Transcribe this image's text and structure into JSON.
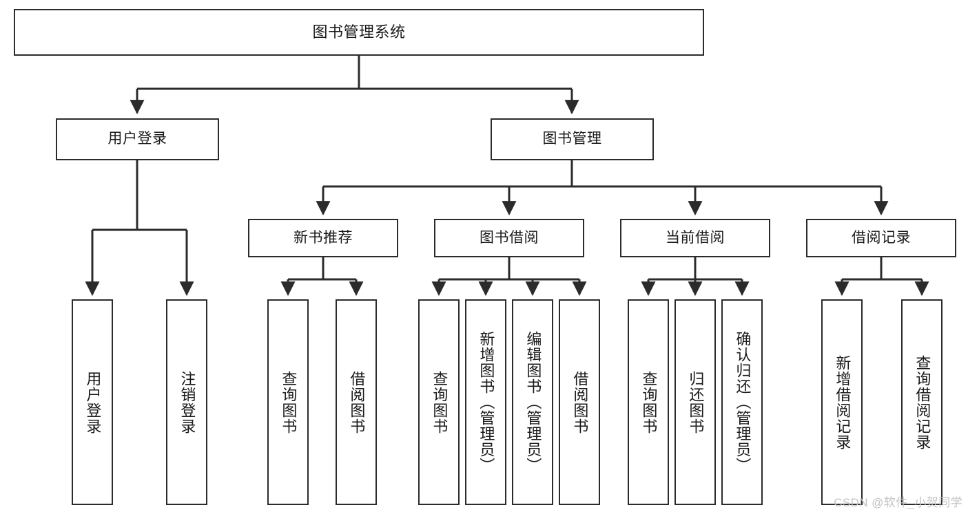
{
  "diagram": {
    "title": "图书管理系统",
    "type": "tree-hierarchy",
    "nodes": {
      "root": {
        "label": "图书管理系统"
      },
      "l1": [
        {
          "label": "用户登录"
        },
        {
          "label": "图书管理"
        }
      ],
      "l2": [
        {
          "label": "新书推荐"
        },
        {
          "label": "图书借阅"
        },
        {
          "label": "当前借阅"
        },
        {
          "label": "借阅记录"
        }
      ],
      "leaves": {
        "user_login": [
          {
            "label": "用户登录"
          },
          {
            "label": "注销登录"
          }
        ],
        "new_book": [
          {
            "label": "查询图书"
          },
          {
            "label": "借阅图书"
          }
        ],
        "borrow_book": [
          {
            "label": "查询图书"
          },
          {
            "label": "新增图书（管理员）"
          },
          {
            "label": "编辑图书（管理员）"
          },
          {
            "label": "借阅图书"
          }
        ],
        "current_borrow": [
          {
            "label": "查询图书"
          },
          {
            "label": "归还图书"
          },
          {
            "label": "确认归还（管理员）"
          }
        ],
        "borrow_record": [
          {
            "label": "新增借阅记录"
          },
          {
            "label": "查询借阅记录"
          }
        ]
      }
    }
  },
  "watermark": {
    "text": "CSDN @软件_小贺同学",
    "color": "#c2c2c2"
  },
  "style": {
    "line_color": "#2b2b2b",
    "box_fill": "#ffffff",
    "text_color": "#1a1a1a",
    "background": "#ffffff"
  }
}
